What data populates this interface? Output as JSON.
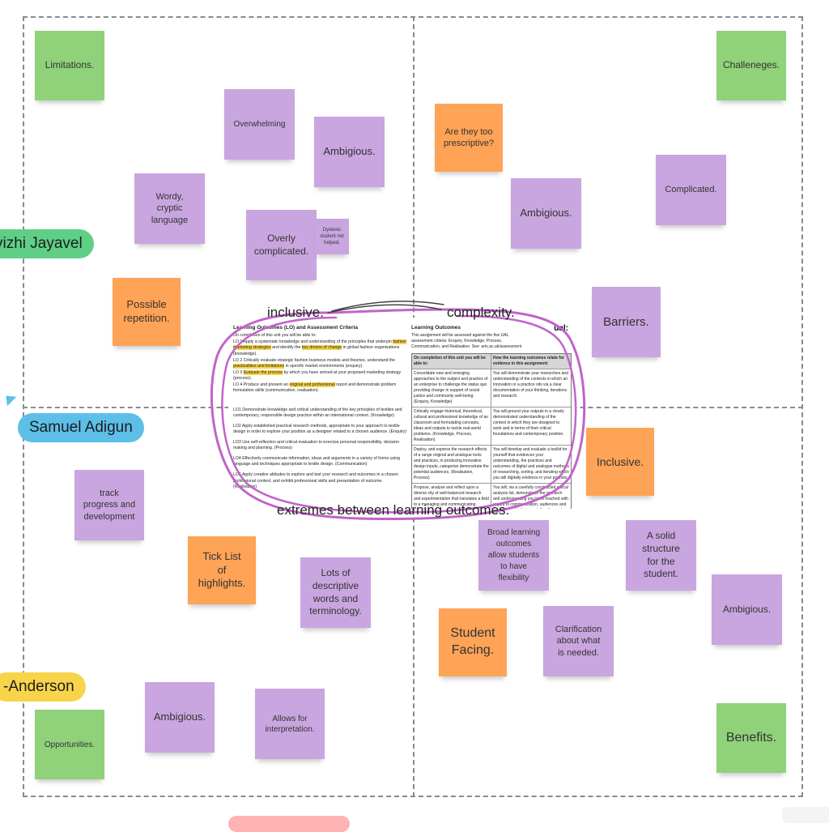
{
  "board": {
    "quadrants": {
      "top_left": "Limitations.",
      "top_right": "Challeneges.",
      "bottom_left": "Opportunities.",
      "bottom_right": "Benefits."
    },
    "people": {
      "person1": "vizhi Jayavel",
      "person2": "Samuel Adigun",
      "person3": "-Anderson"
    },
    "notes": {
      "overwhelming": "Overwhelming",
      "ambigious_tl": "Ambigious.",
      "wordy_line1": "Wordy,",
      "wordy_line2": "cryptic",
      "wordy_line3": "language",
      "overly_line1": "Overly",
      "overly_line2": "complicated.",
      "dyslexic": "Dyslexic student not helped.",
      "possible_line1": "Possible",
      "possible_line2": "repetition.",
      "prescriptive_line1": "Are they too",
      "prescriptive_line2": "prescriptive?",
      "complicated": "Complicated.",
      "ambigious_tr": "Ambigious.",
      "barriers": "Barriers.",
      "inclusive": "Inclusive.",
      "track_line1": "track",
      "track_line2": "progress and",
      "track_line3": "development",
      "ticklist_line1": "Tick List",
      "ticklist_line2": "of",
      "ticklist_line3": "highlights.",
      "descriptive_line1": "Lots of",
      "descriptive_line2": "descriptive",
      "descriptive_line3": "words and",
      "descriptive_line4": "terminology.",
      "ambigious_bl": "Ambigious.",
      "interpretation_line1": "Allows for",
      "interpretation_line2": "interpretation.",
      "broad_line1": "Broad learning",
      "broad_line2": "outcomes",
      "broad_line3": "allow students",
      "broad_line4": "to have",
      "broad_line5": "flexibility",
      "solid_line1": "A solid",
      "solid_line2": "structure",
      "solid_line3": "for the",
      "solid_line4": "student.",
      "ambigious_br": "Ambigious.",
      "student_line1": "Student",
      "student_line2": "Facing.",
      "clarification_line1": "Clarification",
      "clarification_line2": "about what",
      "clarification_line3": "is needed."
    },
    "handwriting": {
      "inclusive": "inclusive.",
      "complexity": "complexity.",
      "extremes": "extremes between learning outcomes."
    },
    "document": {
      "left_title": "Learning Outcomes (LO) and Assessment Criteria",
      "left_intro": "On completion of this unit you will be able to:",
      "lo1_a": "LO 1 Apply a systematic knowledge and understanding of the principles that underpin",
      "lo1_hl1": "fashion marketing strategies",
      "lo1_b": "and identify the",
      "lo1_hl2": "key drivers of change",
      "lo1_c": "in global fashion organisations (knowledge).",
      "lo2_a": "LO 2 Critically evaluate strategic fashion business models and theories, understand the",
      "lo2_hl": "practicalities and limitations",
      "lo2_b": "in specific market environments (enquiry).",
      "lo3_a": "LO 3",
      "lo3_hl": "Evaluate the process",
      "lo3_b": "by which you have arrived at your proposed marketing strategy (process).",
      "lo4_a": "LO 4 Produce and present an",
      "lo4_hl": "original and professional",
      "lo4_b": "report and demonstrate problem formulation skills (communication, realisation).",
      "lo_alt1": "LO1  Demonstrate knowledge and critical understanding of the key principles of textiles and contemporary, responsible design practice within an international context. (Knowledge)",
      "lo_alt2": "LO2  Apply established practical research methods, appropriate to your approach to textile design in order to explore your position as a designer related to a chosen audience. (Enquiry)",
      "lo_alt3": "LO3  Use self-reflection and critical evaluation to exercise personal responsibility, decision making and planning. (Process)",
      "lo_alt4": "LO4  Effectively communicate information, ideas and arguments in a variety of forms using language and techniques appropriate to textile design. (Communication)",
      "lo_alt5": "LO5  Apply creative attitudes to explore and test your research and outcomes in a chosen professional context, and exhibit professional skills and presentation of outcome. (Realisation)",
      "right_title": "Learning Outcomes",
      "right_intro": "This assignment will be assessed against the five UAL assessment criteria: Enquiry, Knowledge, Process, Communication, and Realisation. See: arts.ac.uk/assessment",
      "logo": "ual:",
      "table_h1": "On completion of this unit you will be able to:",
      "table_h2": "How the learning outcomes relate for evidence in this assignment:",
      "row1_c1": "Consolidate new and emerging approaches to the subject and practice of an enterprise to challenge the status quo providing change in support of social justice and community well-being. (Enquiry, Knowledge)",
      "row1_c2": "You will demonstrate your researches and understanding of the contexts in which an innovation or a practice sits via a clear documentation of your thinking, iterations and research.",
      "row2_c1": "Critically engage historical, theoretical, cultural and professional knowledge of an classroom and formulating concepts, ideas and outputs to tackle real-world problems. (Knowledge, Process, Realisation)",
      "row2_c2": "You will ground your outputs in a clearly demonstrated understanding of the context in which they are designed to work and in terms of their critical foundations and contemporary position.",
      "row3_c1": "Deploy, and express the research effects of a range original and analogue tools and practices, in producing innovative design inputs, categorise demonstrate the potential audiences. (Realisation, Process)",
      "row3_c2": "You will develop and evaluate a toolkit for yourself that evidences your understanding, the practices and outcomes of digital and analogue methods of researching, sorting, and iterating which you will digitally evidence in your portfolio.",
      "row4_c1": "Propose, analyse and reflect upon a diverse city of well-balanced research and experimentation that translates a field to a managing and communicating complexity a diverse audiences. (Realisation, Process, Communication)",
      "row4_c2": "You will, via a carefully constructed critical analysis list, demonstrate the research and understanding you have reached with regard to communication, audiences and the complexity that can define the work you undertake."
    }
  }
}
